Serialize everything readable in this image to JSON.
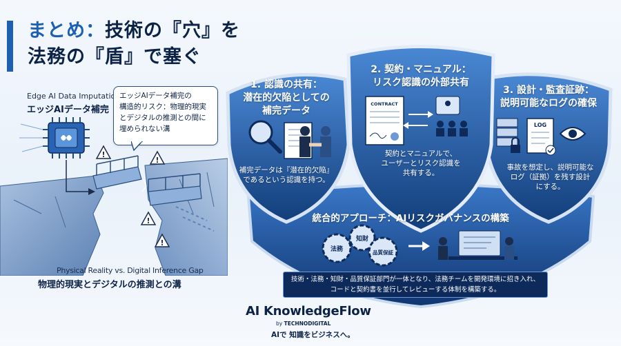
{
  "title": {
    "line1_prefix": "まとめ：",
    "line1_rest": "技術の『穴』を",
    "line2": "法務の『盾』で塞ぐ"
  },
  "left": {
    "edge_en": "Edge AI Data Imputation",
    "edge_ja": "エッジAIデータ補完",
    "bubble": [
      "エッジAIデータ補完の",
      "構造的リスク：物理的現実",
      "とデジタルの推測との間に",
      "埋められない溝"
    ],
    "gap_en": "Physical Reality vs. Digital Inference Gap",
    "gap_ja": "物理的現実とデジタルの推測との溝"
  },
  "shields": [
    {
      "title": [
        "1. 認識の共有：",
        "潜在的欠陥としての",
        "補完データ"
      ],
      "desc": [
        "補完データは『潜在的欠陥』",
        "であるという認識を持つ。"
      ]
    },
    {
      "title": [
        "2. 契約・マニュアル：",
        "リスク認識の外部共有"
      ],
      "contract_label": "CONTRACT",
      "desc": [
        "契約とマニュアルで、",
        "ユーザーとリスク認識を",
        "共有する。"
      ]
    },
    {
      "title": [
        "3. 設計・監査証跡：",
        "説明可能なログの確保"
      ],
      "log_label": "LOG",
      "desc": [
        "事故を想定し、説明可能な",
        "ログ（証拠）を残す設計",
        "にする。"
      ]
    }
  ],
  "integrated": {
    "title": "統合的アプローチ：AIリスクガバナンスの構築",
    "gears": [
      "法務",
      "知財",
      "品質保証"
    ],
    "banner": [
      "技術・法務・知財・品質保証部門が一体となり、法務チームを開発環境に招き入れ、",
      "コードと契約書を並行してレビューする体制を構築する。"
    ]
  },
  "brand": {
    "name": "AI KnowledgeFlow",
    "by": "by",
    "company": "TECHNODIGITAL",
    "tagline": "AIで 知識をビジネスへ。"
  },
  "colors": {
    "navy": "#0d2346",
    "blue": "#1d5fb0",
    "shield_dark": "#123d7a",
    "shield_light": "#3f7fcf"
  }
}
